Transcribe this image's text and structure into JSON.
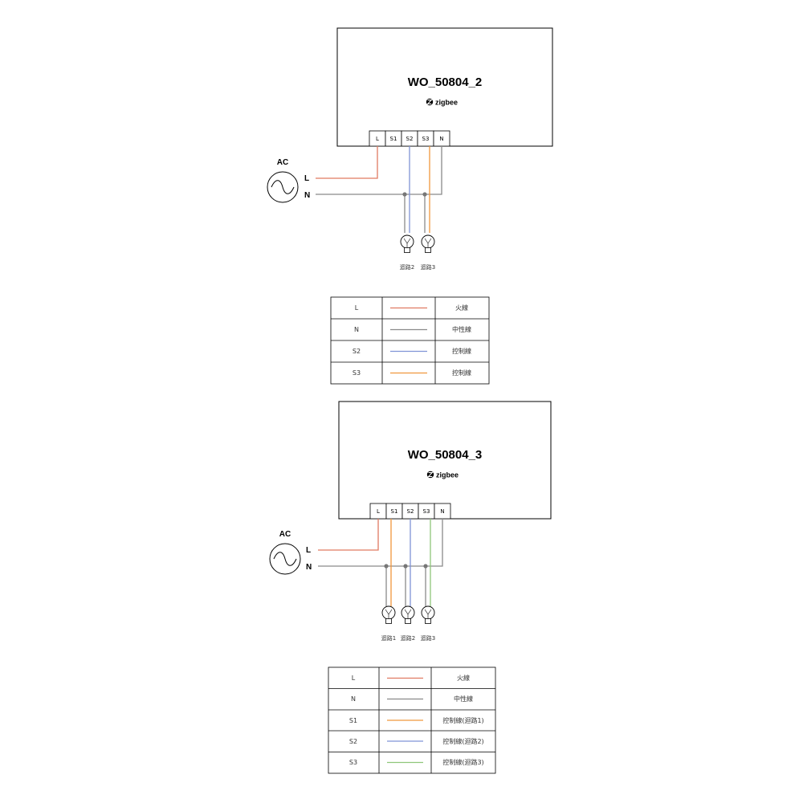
{
  "colors": {
    "live": "#e07a62",
    "neutral": "#8a8a8a",
    "s1": "#f0963c",
    "s2": "#7f93d6",
    "s3_orange": "#f0963c",
    "s3_green": "#8fc77a",
    "outline": "#000000"
  },
  "diagrams": [
    {
      "title": "WO_50804_2",
      "brand": "zigbee",
      "brand_icon": "zigbee-logo-icon",
      "terminals": [
        "L",
        "S1",
        "S2",
        "S3",
        "N"
      ],
      "source": {
        "label": "AC",
        "line_live": "L",
        "line_neutral": "N"
      },
      "loads": [
        "迴路2",
        "迴路3"
      ],
      "legend": [
        {
          "code": "L",
          "desc": "火線",
          "color": "#e07a62"
        },
        {
          "code": "N",
          "desc": "中性線",
          "color": "#8a8a8a"
        },
        {
          "code": "S2",
          "desc": "控制線",
          "color": "#7f93d6"
        },
        {
          "code": "S3",
          "desc": "控制線",
          "color": "#f0963c"
        }
      ]
    },
    {
      "title": "WO_50804_3",
      "brand": "zigbee",
      "brand_icon": "zigbee-logo-icon",
      "terminals": [
        "L",
        "S1",
        "S2",
        "S3",
        "N"
      ],
      "source": {
        "label": "AC",
        "line_live": "L",
        "line_neutral": "N"
      },
      "loads": [
        "迴路1",
        "迴路2",
        "迴路3"
      ],
      "legend": [
        {
          "code": "L",
          "desc": "火線",
          "color": "#e07a62"
        },
        {
          "code": "N",
          "desc": "中性線",
          "color": "#8a8a8a"
        },
        {
          "code": "S1",
          "desc": "控制線(迴路1)",
          "color": "#f0963c"
        },
        {
          "code": "S2",
          "desc": "控制線(迴路2)",
          "color": "#7f93d6"
        },
        {
          "code": "S3",
          "desc": "控制線(迴路3)",
          "color": "#8fc77a"
        }
      ]
    }
  ]
}
